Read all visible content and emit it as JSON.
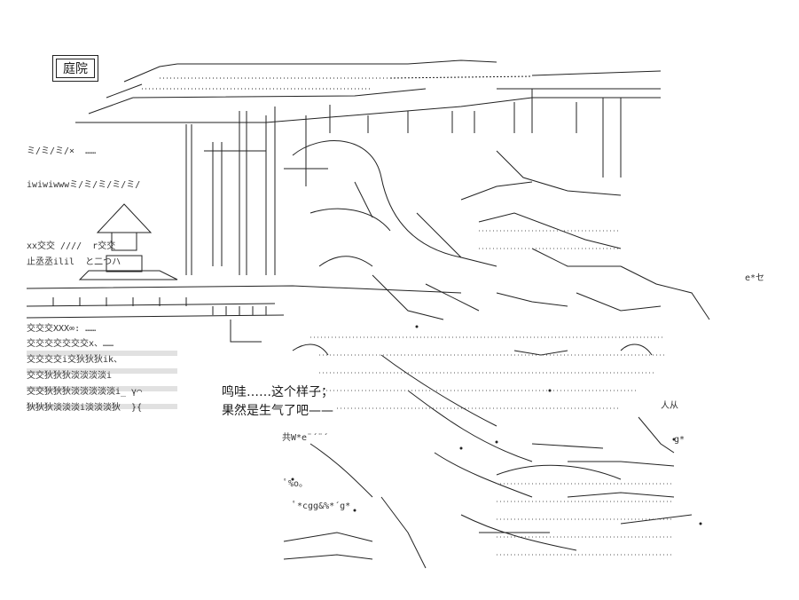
{
  "scene_label": "庭院",
  "dialogue": {
    "line1": "鸣哇……这个样子；",
    "line2": "果然是生气了吧——"
  },
  "art_text": {
    "row_a": "ミ/ミ/ミ/×  ……",
    "row_b": "iwiwiwwwミ/ミ/ミ/ミ/ミ/",
    "row_c": "xx交交 ////  r交交",
    "row_d": "止丞丞ilil  と二つハ",
    "row_e": "交交交XXX∞: ……",
    "row_f": "交交交交交交交x、……",
    "row_g": "交交交交i交狄狄狄ik、",
    "row_h": "交交狄狄狄淡淡淡淡i",
    "row_i": "交交狄狄狄淡淡淡淡淡i_ γ⌒",
    "row_j": "狄狄狄淡淡淡i淡淡淡狄  }{",
    "row_k": "共W*e¨´¨´",
    "row_l": "ﾟ*cgg&%*´g*",
    "row_m": "ﾟ%o。",
    "row_n": "e*セ",
    "row_o": "人从",
    "row_p": "g*"
  }
}
